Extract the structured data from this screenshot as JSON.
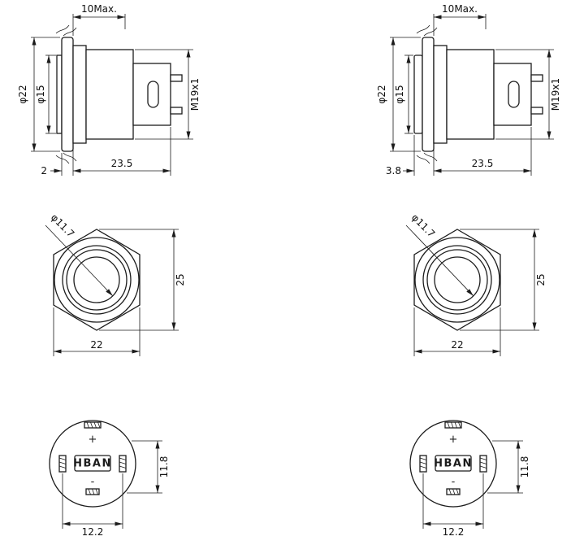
{
  "page": {
    "background": "#ffffff",
    "line_color": "#1c1c1c"
  },
  "left_unit": {
    "side_view": {
      "panel_max": "10Max.",
      "flange_dia": "φ22",
      "button_dia": "φ15",
      "thread_spec": "M19x1",
      "flange_thickness": "2",
      "body_length": "23.5"
    },
    "front_view": {
      "lens_dia": "φ11.7",
      "height": "25",
      "width": "22"
    },
    "rear_view": {
      "positive_mark": "+",
      "brand": "HBAN",
      "negative_mark": "-",
      "pin_spacing_v": "11.8",
      "pin_spacing_h": "12.2"
    }
  },
  "right_unit": {
    "side_view": {
      "panel_max": "10Max.",
      "flange_dia": "φ22",
      "button_dia": "φ15",
      "thread_spec": "M19x1",
      "flange_thickness": "3.8",
      "body_length": "23.5"
    },
    "front_view": {
      "lens_dia": "φ11.7",
      "height": "25",
      "width": "22"
    },
    "rear_view": {
      "positive_mark": "+",
      "brand": "HBAN",
      "negative_mark": "-",
      "pin_spacing_v": "11.8",
      "pin_spacing_h": "12.2"
    }
  }
}
